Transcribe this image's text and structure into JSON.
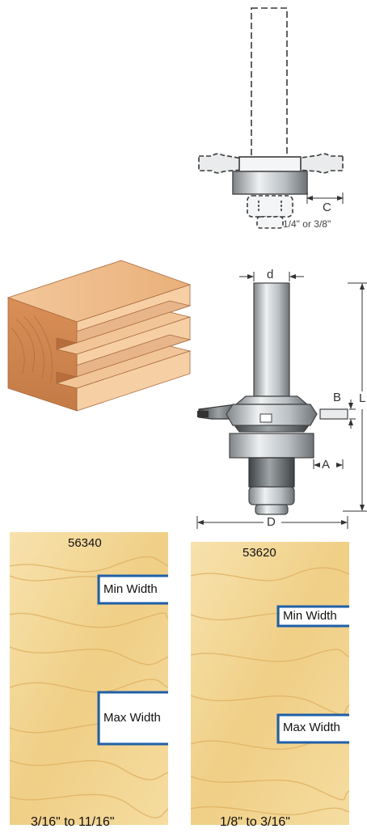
{
  "top_diagram": {
    "dim_c": "C",
    "cutter_sizes": "1/4\" or 3/8\""
  },
  "main_diagram": {
    "dim_d_small": "d",
    "dim_b": "B",
    "dim_l": "L",
    "dim_a": "A",
    "dim_d_large": "D"
  },
  "samples": [
    {
      "part_number": "56340",
      "min_label": "Min Width",
      "max_label": "Max Width",
      "range": "3/16\" to 11/16\""
    },
    {
      "part_number": "53620",
      "min_label": "Min Width",
      "max_label": "Max Width",
      "range": "1/8\" to 3/16\""
    }
  ],
  "colors": {
    "outline": "#3a3a3a",
    "metal": "#cfd3d6",
    "wood_light": "#f3d79a",
    "wood_grain": "#e0b66a",
    "block_face": "#f0b98a",
    "slot_blue": "#1f5fa8"
  }
}
